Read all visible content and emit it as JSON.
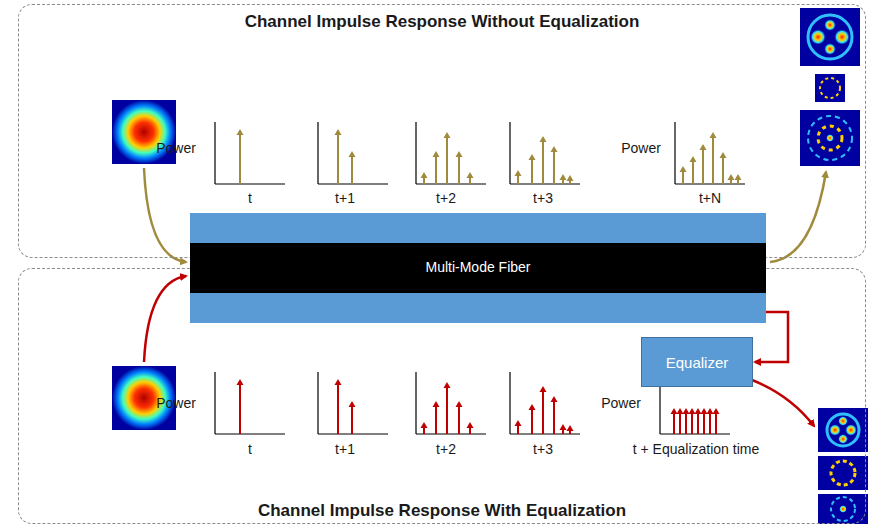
{
  "diagram": {
    "nodes": [
      {
        "text": [
          "Channel Impulse Response Without Equalization"
        ]
      },
      {
        "text": [
          "Channel Impulse Response With Equalization"
        ]
      },
      {
        "text": [
          "Multi-Mode Fiber"
        ]
      },
      {
        "text": [
          "Equalizer"
        ],
        "in": 1
      }
    ],
    "edges": [
      {
        "from": 2,
        "to": 3,
        "arrow": "to"
      }
    ],
    "labels": [
      "Power",
      "t",
      "t+1",
      "t+2",
      "t+3",
      "Power",
      "t+N",
      "Power",
      "t",
      "t+1",
      "t+2",
      "t+3",
      "Power",
      "t + Equalization time"
    ]
  }
}
